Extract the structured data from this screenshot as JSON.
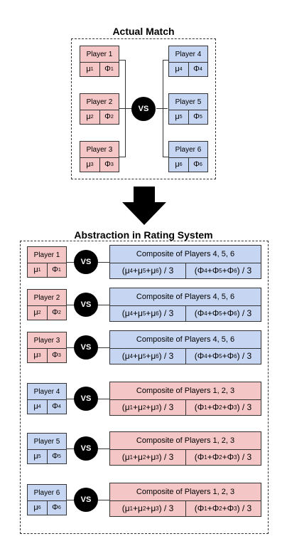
{
  "actual_match": {
    "title": "Actual Match",
    "vs": "VS",
    "team_left": [
      {
        "name": "Player 1",
        "mu": "μ1",
        "phi": "Φ1"
      },
      {
        "name": "Player 2",
        "mu": "μ2",
        "phi": "Φ2"
      },
      {
        "name": "Player 3",
        "mu": "μ3",
        "phi": "Φ3"
      }
    ],
    "team_right": [
      {
        "name": "Player 4",
        "mu": "μ4",
        "phi": "Φ4"
      },
      {
        "name": "Player 5",
        "mu": "μ5",
        "phi": "Φ5"
      },
      {
        "name": "Player 6",
        "mu": "μ6",
        "phi": "Φ6"
      }
    ]
  },
  "abstraction": {
    "title": "Abstraction in Rating System",
    "rows": [
      {
        "player": "Player 1",
        "mu": "μ1",
        "phi": "Φ1",
        "player_color": "red",
        "vs": "VS",
        "composite": "Composite of Players 4, 5, 6",
        "composite_color": "blue",
        "mu_formula": "(μ4+μ5+μ6) / 3",
        "phi_formula": "(Φ4+Φ5+Φ6) / 3"
      },
      {
        "player": "Player 2",
        "mu": "μ2",
        "phi": "Φ2",
        "player_color": "red",
        "vs": "VS",
        "composite": "Composite of Players 4, 5, 6",
        "composite_color": "blue",
        "mu_formula": "(μ4+μ5+μ6) / 3",
        "phi_formula": "(Φ4+Φ5+Φ6) / 3"
      },
      {
        "player": "Player 3",
        "mu": "μ3",
        "phi": "Φ3",
        "player_color": "red",
        "vs": "VS",
        "composite": "Composite of Players 4, 5, 6",
        "composite_color": "blue",
        "mu_formula": "(μ4+μ5+μ6) / 3",
        "phi_formula": "(Φ4+Φ5+Φ6) / 3"
      },
      {
        "player": "Player 4",
        "mu": "μ4",
        "phi": "Φ4",
        "player_color": "blue",
        "vs": "VS",
        "composite": "Composite of Players 1, 2, 3",
        "composite_color": "red",
        "mu_formula": "(μ1+μ2+μ3) / 3",
        "phi_formula": "(Φ1+Φ2+Φ3) / 3"
      },
      {
        "player": "Player 5",
        "mu": "μ5",
        "phi": "Φ5",
        "player_color": "blue",
        "vs": "VS",
        "composite": "Composite of Players 1, 2, 3",
        "composite_color": "red",
        "mu_formula": "(μ1+μ2+μ3) / 3",
        "phi_formula": "(Φ1+Φ2+Φ3) / 3"
      },
      {
        "player": "Player 6",
        "mu": "μ6",
        "phi": "Φ6",
        "player_color": "blue",
        "vs": "VS",
        "composite": "Composite of Players 1, 2, 3",
        "composite_color": "red",
        "mu_formula": "(μ1+μ2+μ3) / 3",
        "phi_formula": "(Φ1+Φ2+Φ3) / 3"
      }
    ]
  },
  "colors": {
    "red_fill": "#f5c6c6",
    "blue_fill": "#c6d6f2",
    "outline": "#333333",
    "vs_fill": "#000000"
  },
  "icons": {
    "arrow": "down-arrow-icon"
  }
}
